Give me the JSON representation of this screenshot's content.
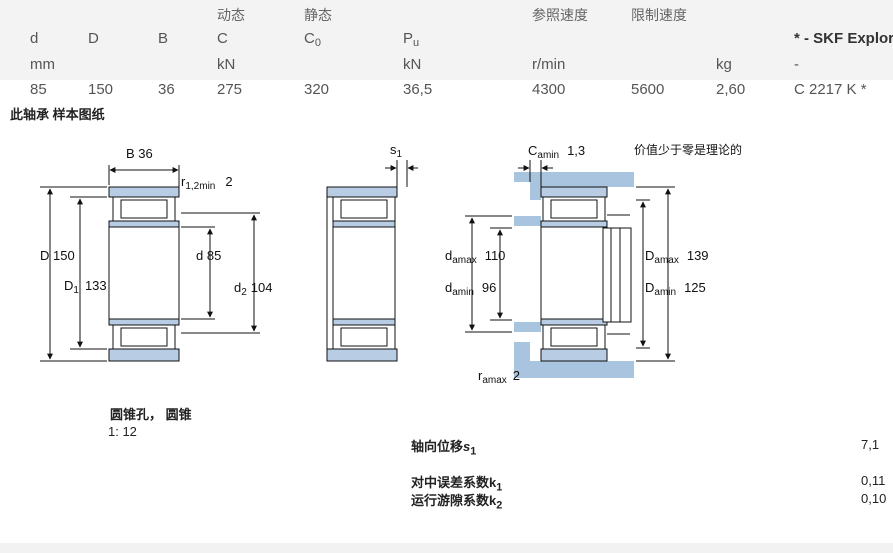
{
  "spec_table": {
    "header_row1": {
      "dyn": "动态",
      "stat": "静态",
      "ref_speed": "参照速度",
      "lim_speed": "限制速度"
    },
    "header_row2": {
      "d": "d",
      "D": "D",
      "B": "B",
      "C": "C",
      "C0": "C",
      "C0_sub": "0",
      "Pu": "P",
      "Pu_sub": "u",
      "brand": "* - SKF Explorer"
    },
    "units": {
      "mm": "mm",
      "kN1": "kN",
      "kN2": "kN",
      "rmin": "r/min",
      "kg": "kg",
      "dash": "-"
    },
    "values": {
      "d": "85",
      "D": "150",
      "B": "36",
      "C": "275",
      "C0": "320",
      "Pu": "36,5",
      "ref": "4300",
      "lim": "5600",
      "mass": "2,60",
      "designation": "C 2217 K *"
    }
  },
  "drawing_title": "此轴承 样本图纸",
  "drawing": {
    "B": "B 36",
    "r12": "r",
    "r12_sub": "1,2min",
    "r12_val": "2",
    "D": "D 150",
    "D1": "D",
    "D1_sub": "1",
    "D1_val": "133",
    "d": "d 85",
    "d2": "d",
    "d2_sub": "2",
    "d2_val": "104",
    "s1": "s",
    "s1_sub": "1",
    "camin": "C",
    "camin_sub": "amin",
    "camin_val": "1,3",
    "pref": "价值少于零是理论的",
    "damax": "d",
    "damax_sub": "amax",
    "damax_val": "110",
    "damin": "d",
    "damin_sub": "amin",
    "damin_val": "96",
    "Damax": "D",
    "Damax_sub": "amax",
    "Damax_val": "139",
    "Damin": "D",
    "Damin_sub": "amin",
    "Damin_val": "125",
    "ramax": "r",
    "ramax_sub": "amax",
    "ramax_val": "2"
  },
  "notes": {
    "taper": "圆锥孔， 圆锥",
    "taper_ratio": "1: 12",
    "axial_label": "轴向位移",
    "axial_sym": "s",
    "axial_sub": "1",
    "axial_val": "7,1",
    "misalign_label": "对中误差系数",
    "misalign_sym": "k",
    "misalign_sub": "1",
    "misalign_val": "0,11",
    "running_label": "运行游隙系数",
    "running_sym": "k",
    "running_sub": "2",
    "running_val": "0,10"
  },
  "colors": {
    "ring": "#b8cce4",
    "housing": "#a9c4de",
    "spec_bg": "#f3f3f3"
  }
}
